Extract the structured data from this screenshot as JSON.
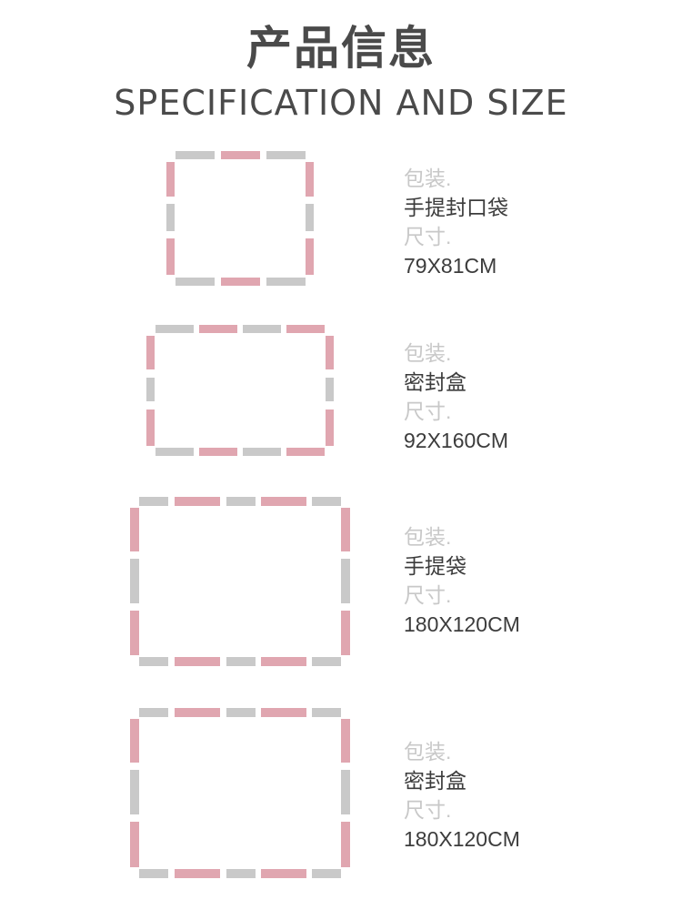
{
  "header": {
    "title_cn": "产品信息",
    "title_en": "SPECIFICATION AND SIZE"
  },
  "colors": {
    "pink": "#e0a6b0",
    "gray": "#c9c9c9",
    "label": "#c8c8c8",
    "value": "#3c3c3c",
    "title": "#4a4a4a"
  },
  "items": [
    {
      "pack_label": "包装.",
      "pack_value": "手提封口袋",
      "size_label": "尺寸.",
      "size_value": "79X81CM"
    },
    {
      "pack_label": "包装.",
      "pack_value": "密封盒",
      "size_label": "尺寸.",
      "size_value": "92X160CM"
    },
    {
      "pack_label": "包装.",
      "pack_value": "手提袋",
      "size_label": "尺寸.",
      "size_value": "180X120CM"
    },
    {
      "pack_label": "包装.",
      "pack_value": "密封盒",
      "size_label": "尺寸.",
      "size_value": "180X120CM"
    }
  ]
}
